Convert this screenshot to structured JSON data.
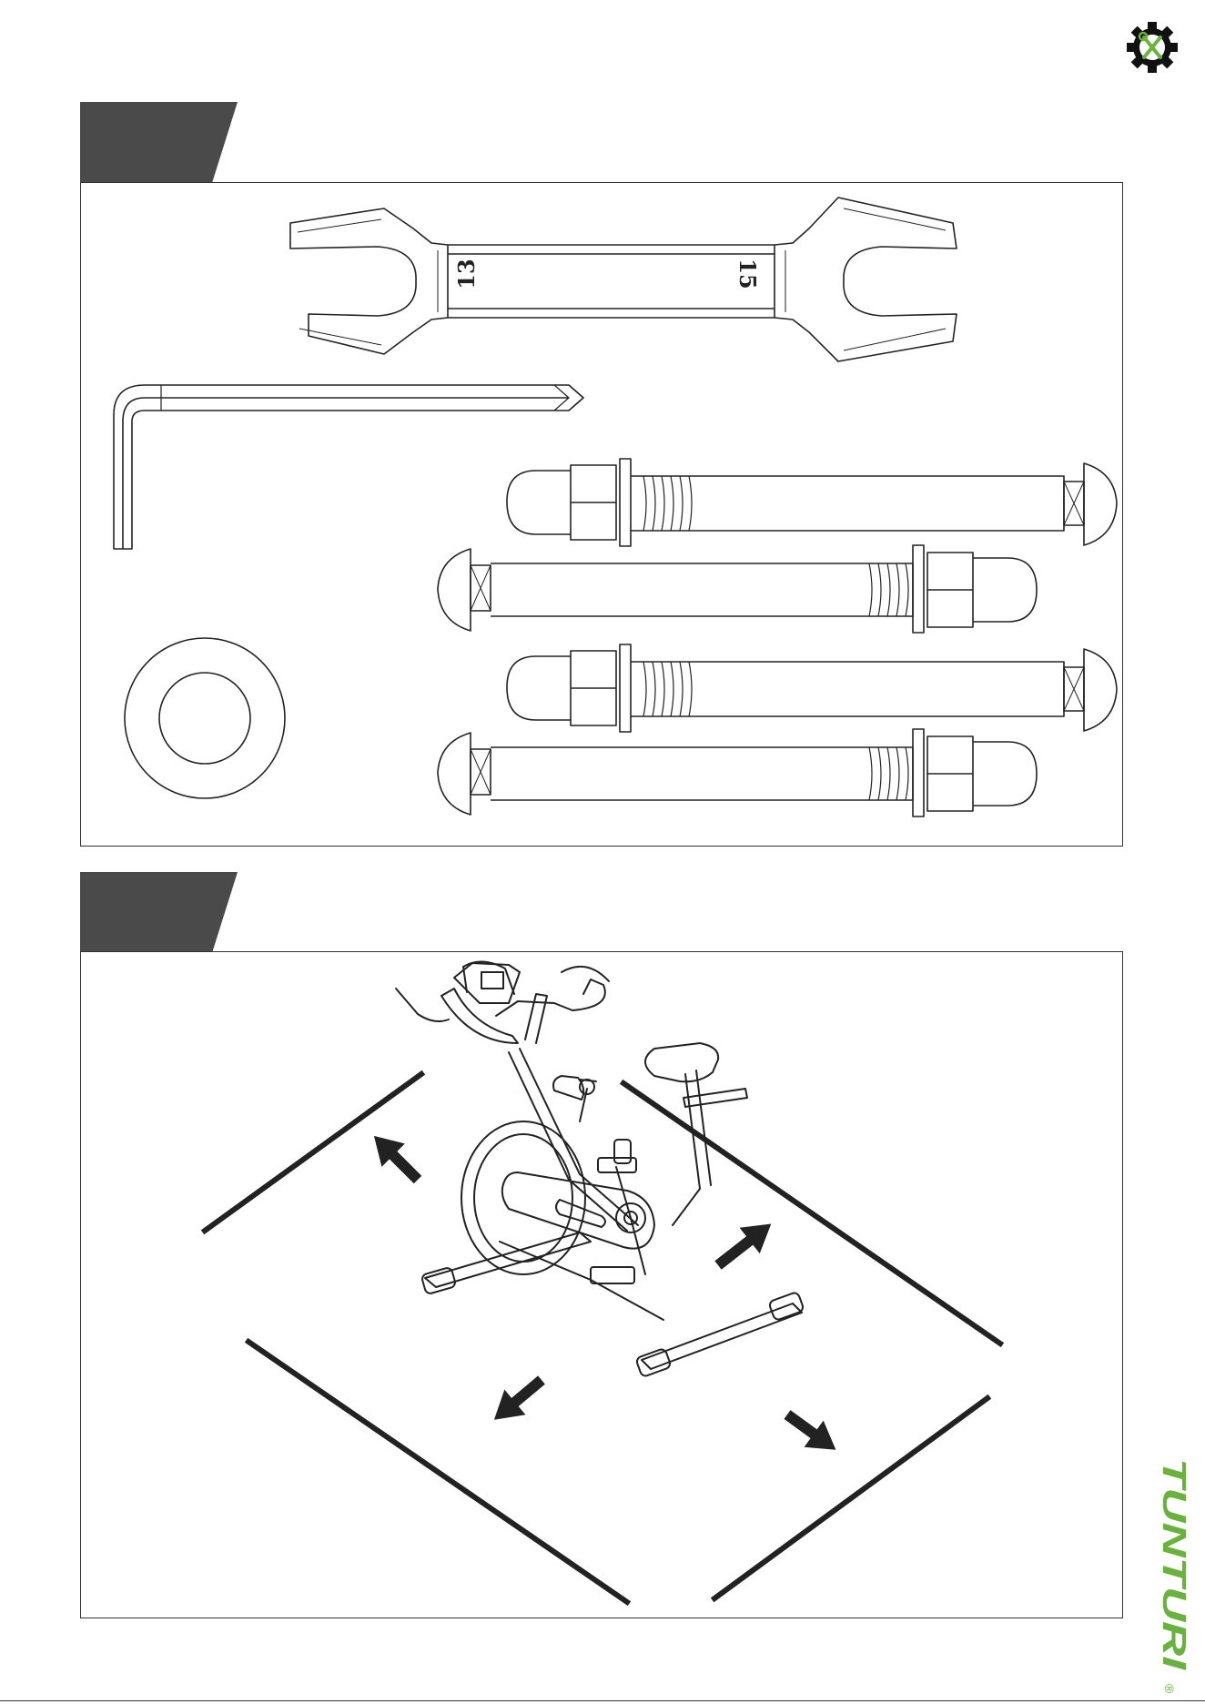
{
  "wrench": {
    "size_left": "13",
    "size_right": "15"
  },
  "brand": {
    "name": "TUNTURI",
    "mark": "®",
    "accent": "#6ab23e",
    "gear_icon": "gear-wrench-icon"
  },
  "colors": {
    "tab": "#4a4a4a",
    "line": "#222222",
    "accent": "#6ab23e"
  }
}
